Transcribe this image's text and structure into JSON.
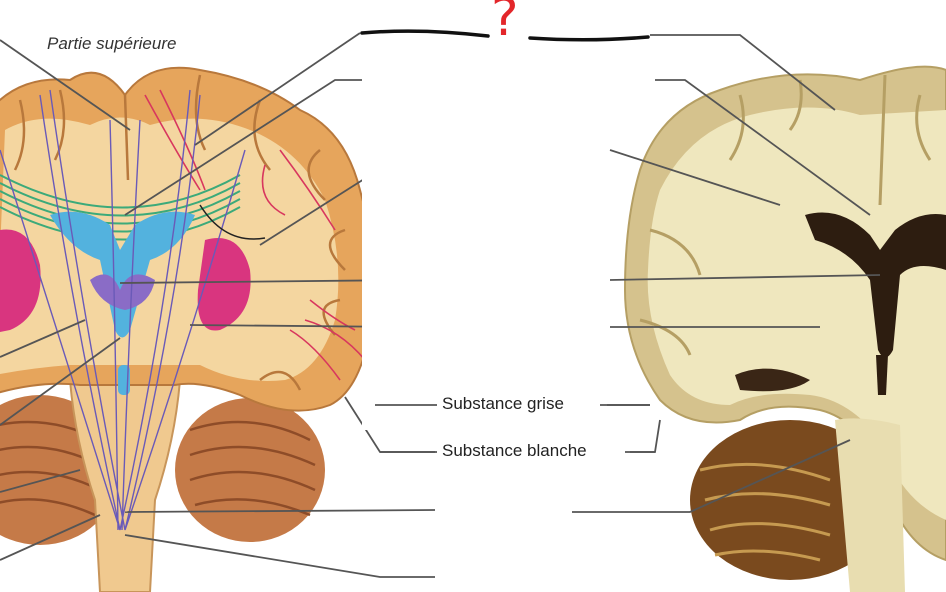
{
  "labels": {
    "top_part": "Partie supérieure",
    "gray_matter": "Substance grise",
    "white_matter": "Substance blanche",
    "question_mark": "?"
  },
  "colors": {
    "illustration_cortex": "#e6a55c",
    "illustration_white": "#f4d6a0",
    "ventricles": "#53b2de",
    "basal_ganglia": "#d9357f",
    "thalamus": "#8a6cc6",
    "fibers_purple": "#6a5ab8",
    "fibers_red": "#d8375e",
    "fibers_green": "#3caa7a",
    "photo_white": "#efe7be",
    "photo_gray": "#d5c28d",
    "photo_ventricle": "#2d1d10",
    "leader_lines": "#555555",
    "question_mark": "#e3262a"
  }
}
